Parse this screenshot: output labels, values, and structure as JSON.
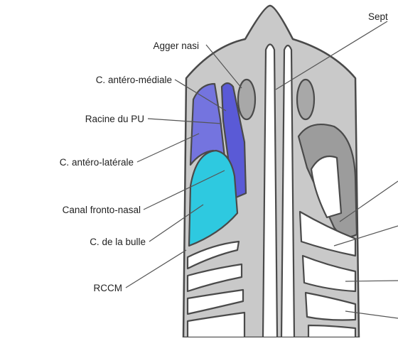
{
  "labels": {
    "septum": "Sept",
    "agger_nasi": "Agger nasi",
    "anterior_medial_cell": "C. antéro-médiale",
    "pu_root": "Racine du PU",
    "anterior_lateral_cell": "C. antéro-latérale",
    "frontonasal_canal": "Canal fronto-nasal",
    "bulla_cell": "C. de la bulle",
    "rccm": "RCCM"
  },
  "colors": {
    "bone_gray": "#c9c9c9",
    "outline": "#4a4a4a",
    "medial_cell_blue": "#5a5ad6",
    "lateral_cell_blue": "#7474df",
    "frontonasal_cyan": "#2ec9e0",
    "agger_gray": "#a8a8a8",
    "right_gray_fill": "#9c9c9c",
    "cavity_white": "#ffffff",
    "leader_line": "#555555"
  }
}
